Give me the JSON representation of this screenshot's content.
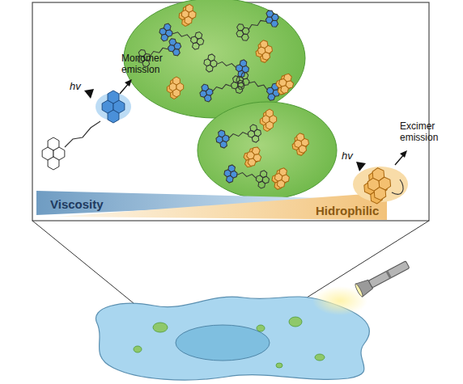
{
  "diagram": {
    "labels": [
      "hv",
      "Monomer emission",
      "Viscosity",
      "Hidrophilic",
      "hv",
      "Excimer emission"
    ]
  }
}
